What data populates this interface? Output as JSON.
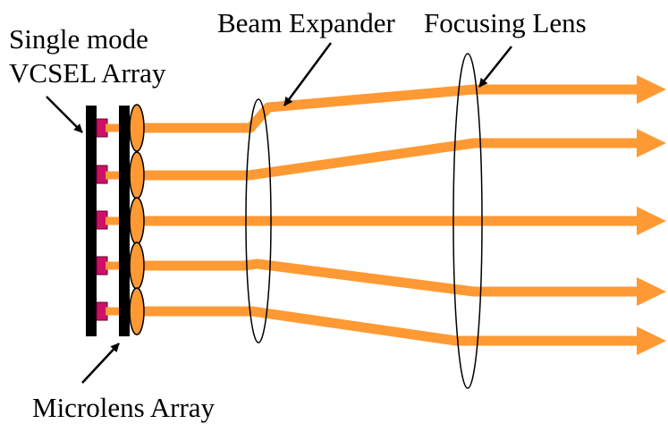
{
  "labels": {
    "vcsel_line1": "Single mode",
    "vcsel_line2": "VCSEL Array",
    "beam_expander": "Beam Expander",
    "focusing_lens": "Focusing Lens",
    "microlens_array": "Microlens Array"
  },
  "colors": {
    "beam": "#FF9933",
    "emitter": "#CC1166",
    "microlens": "#FF9933",
    "substrate": "#000000",
    "lens_outline": "#000000"
  },
  "icons": {
    "beam_end": "arrowhead"
  }
}
